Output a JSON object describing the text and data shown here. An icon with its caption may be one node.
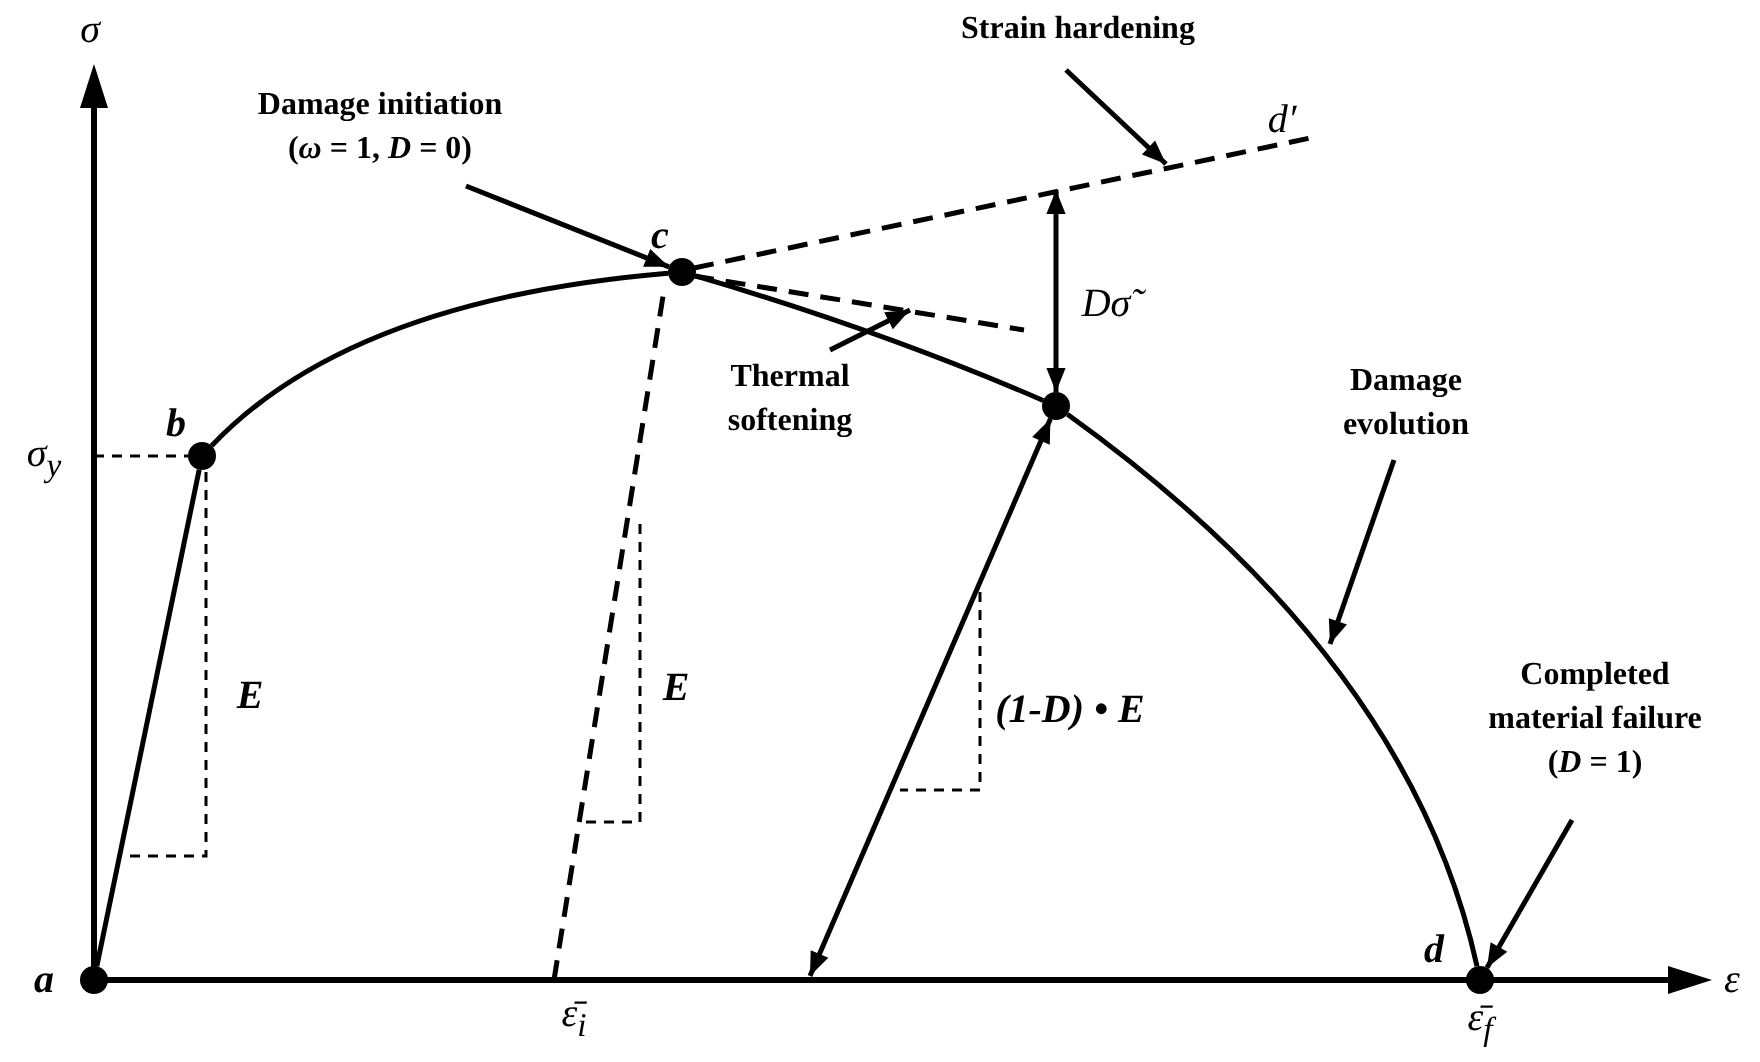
{
  "diagram": {
    "nodes": [
      {
        "text": [
          "Strain hardening"
        ]
      },
      {
        "text": [
          "Damage initiation (*ω* = 1, *D* = 0)"
        ]
      },
      {
        "text": [],
        "shape": "circle",
        "beside": [
          "c"
        ]
      },
      {
        "text": [
          "Thermal softening"
        ]
      },
      {
        "text": [
          "Damage evolution"
        ]
      },
      {
        "text": [],
        "shape": "circle",
        "beside": [
          "b"
        ]
      },
      {
        "text": [],
        "shape": "circle"
      },
      {
        "text": [
          "Completed material failure (*D* = 1)"
        ]
      },
      {
        "text": [],
        "shape": "circle",
        "beside": [
          "a"
        ]
      },
      {
        "text": [],
        "shape": "circle",
        "beside": [
          "d"
        ]
      }
    ],
    "edges": [
      {
        "from": 0,
        "to": null,
        "arrow": "to"
      },
      {
        "from": 1,
        "to": 2,
        "arrow": "to"
      },
      {
        "from": 3,
        "to": null,
        "arrow": "to"
      },
      {
        "from": 4,
        "to": null,
        "arrow": "to"
      },
      {
        "from": 7,
        "to": 9,
        "arrow": "to"
      },
      {
        "from": null,
        "to": 6,
        "arrow": "both"
      },
      {
        "from": null,
        "to": 6,
        "arrow": "both"
      },
      {
        "from": 8,
        "to": 5,
        "arrow": "none"
      },
      {
        "from": 5,
        "to": 2,
        "arrow": "none"
      },
      {
        "from": 2,
        "to": 6,
        "arrow": "none"
      },
      {
        "from": 6,
        "to": 9,
        "arrow": "none"
      }
    ],
    "labels": [
      "σ",
      "d′",
      "Dσ̃",
      "σ$_{y}$",
      "E",
      "E",
      "(*1-D*) • *E*",
      "ε",
      "ε̄$_{i}$",
      "ε̄$_{f}$"
    ]
  }
}
